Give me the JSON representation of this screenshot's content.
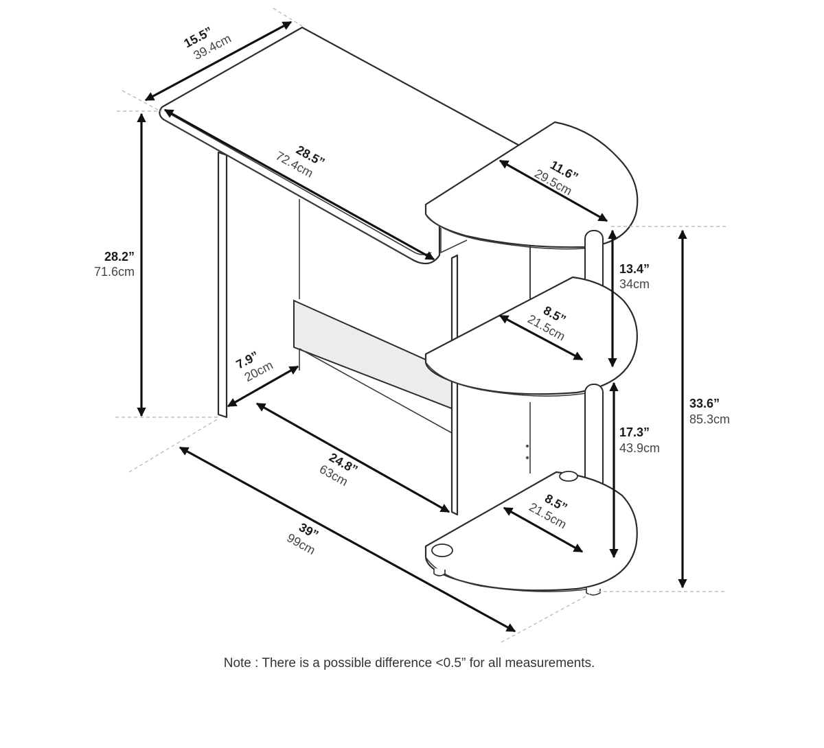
{
  "dimensions": [
    {
      "id": "top-depth",
      "inch": "15.5”",
      "cm": "39.4cm"
    },
    {
      "id": "top-width",
      "inch": "28.5”",
      "cm": "72.4cm"
    },
    {
      "id": "desk-height",
      "inch": "28.2”",
      "cm": "71.6cm"
    },
    {
      "id": "top-shelf-depth",
      "inch": "11.6”",
      "cm": "29.5cm"
    },
    {
      "id": "upper-gap",
      "inch": "13.4”",
      "cm": "34cm"
    },
    {
      "id": "middle-shelf-depth",
      "inch": "8.5”",
      "cm": "21.5cm"
    },
    {
      "id": "leg-depth",
      "inch": "7.9”",
      "cm": "20cm"
    },
    {
      "id": "total-height",
      "inch": "33.6”",
      "cm": "85.3cm"
    },
    {
      "id": "lower-gap",
      "inch": "17.3”",
      "cm": "43.9cm"
    },
    {
      "id": "inner-width",
      "inch": "24.8”",
      "cm": "63cm"
    },
    {
      "id": "bottom-shelf-depth",
      "inch": "8.5”",
      "cm": "21.5cm"
    },
    {
      "id": "total-width",
      "inch": "39”",
      "cm": "99cm"
    }
  ],
  "note": "Note : There is a possible difference <0.5” for all measurements."
}
